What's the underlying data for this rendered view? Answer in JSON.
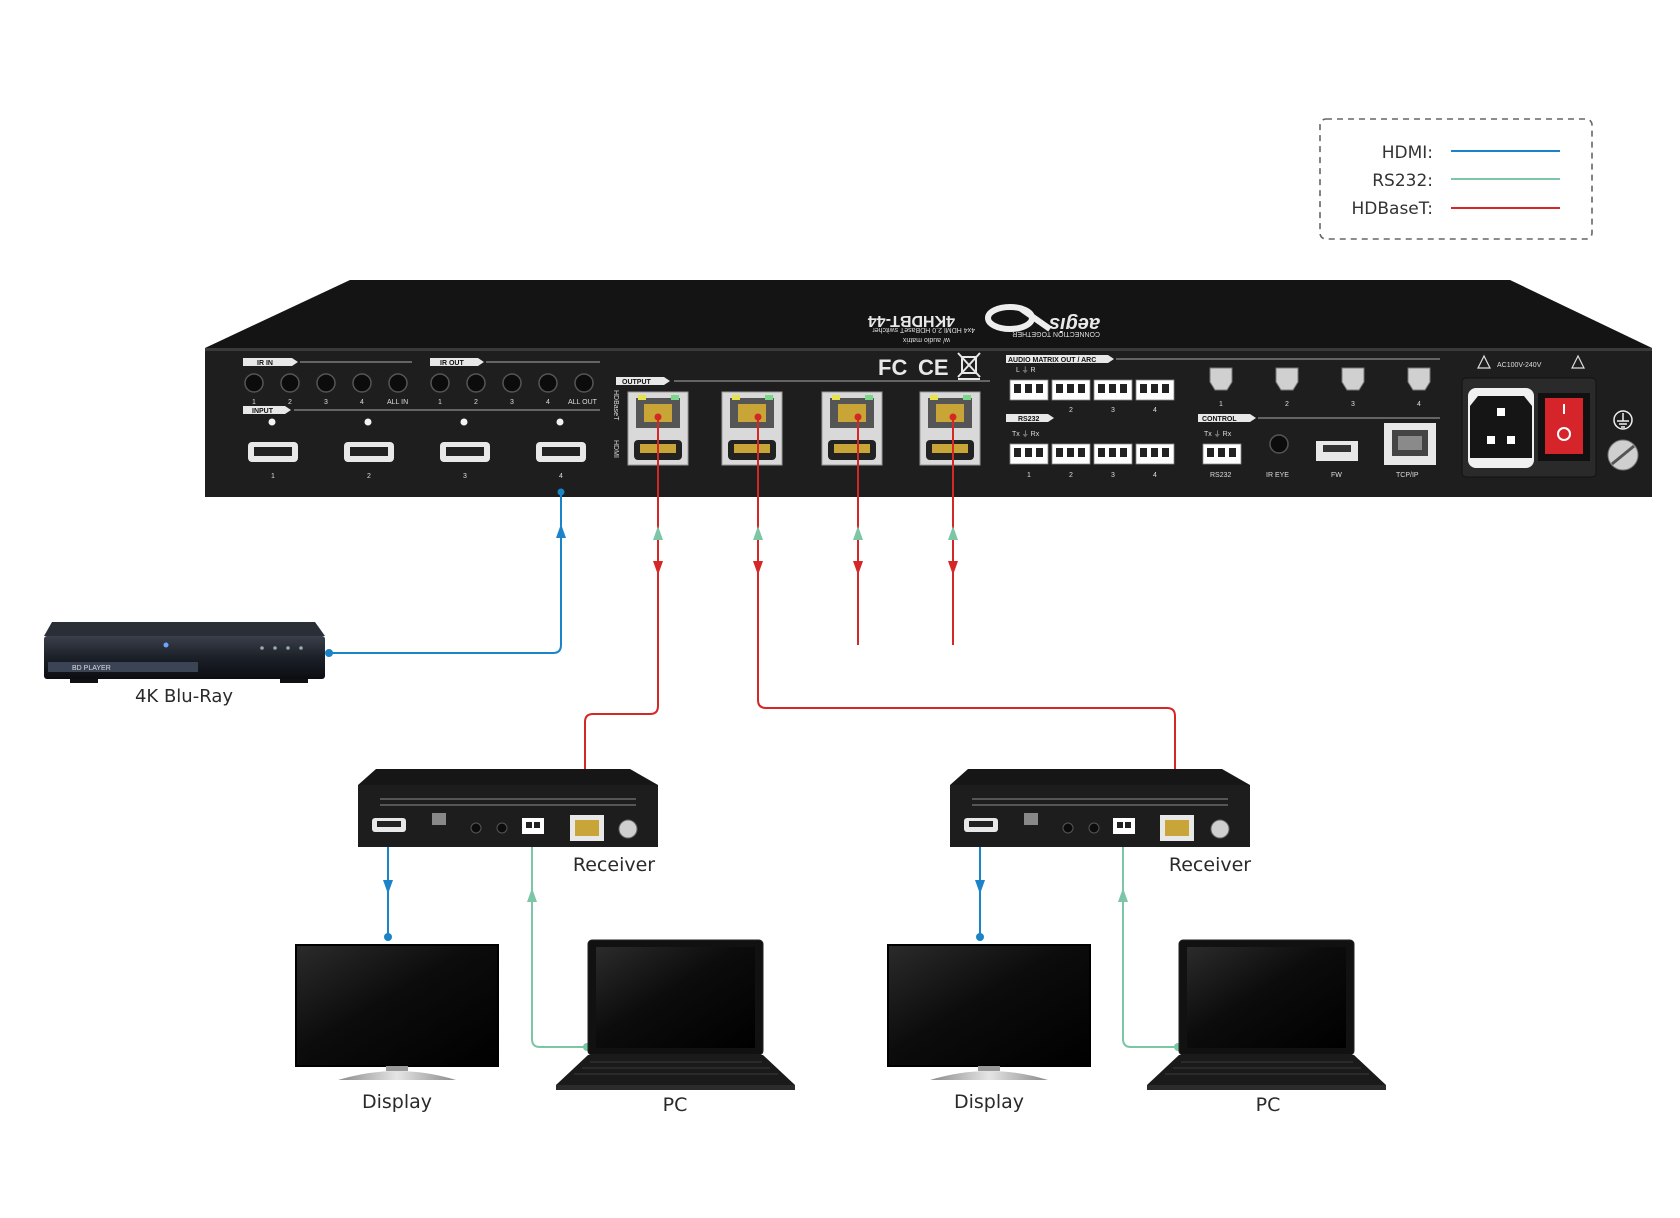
{
  "colors": {
    "hdmi": "#1b84c8",
    "rs232": "#7cc5a6",
    "hdbaset": "#d62727",
    "device_body": "#1e1e1e",
    "switch_red": "#d6242b"
  },
  "legend": {
    "hdmi": "HDMI:",
    "rs232": "RS232:",
    "hdbaset": "HDBaseT:"
  },
  "matrix": {
    "brand_word": "aegis",
    "brand_tagline": "CONNECTION TOGETHER",
    "model": "4KHDBT-44",
    "desc1": "4x4 HDMI 2.0 HDBaseT switcher",
    "desc2": "w/ audio matrix",
    "ir_in": "IR IN",
    "ir_out": "IR OUT",
    "input": "INPUT",
    "output": "OUTPUT",
    "all_in": "ALL IN",
    "all_out": "ALL OUT",
    "nums": [
      "1",
      "2",
      "3",
      "4"
    ],
    "hdbaset_vert": "HDBaseT",
    "hdmi_vert": "HDMI",
    "audio": "AUDIO MATRIX OUT / ARC",
    "lr": "L  ⏚  R",
    "rs232": "RS232",
    "txrx": "Tx  ⏚  Rx",
    "control": "CONTROL",
    "ctrl_rs232": "RS232",
    "ir_eye": "IR EYE",
    "fw": "FW",
    "tcpip": "TCP/IP",
    "power": "AC100V-240V",
    "fc": "FC",
    "ce": "CE"
  },
  "labels": {
    "bluray": "4K Blu-Ray",
    "player_text": "BD PLAYER",
    "receiver_left": "Receiver",
    "receiver_right": "Receiver",
    "display_left": "Display",
    "display_right": "Display",
    "pc_left": "PC",
    "pc_right": "PC"
  }
}
